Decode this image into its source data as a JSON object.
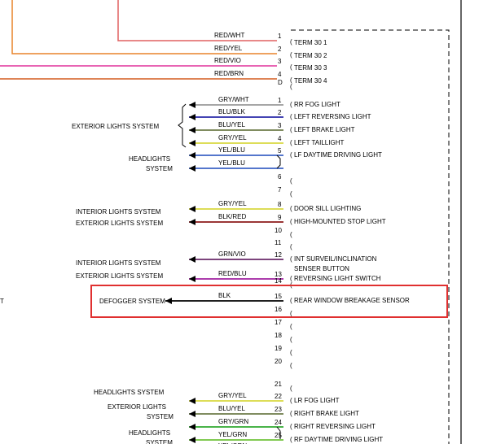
{
  "colors": {
    "RED/WHT": "#e06060",
    "RED/YEL": "#e8832a",
    "RED/VIO": "#e0309a",
    "RED/BRN": "#d35c1e",
    "GRY/WHT": "#9a9a9a",
    "BLU/BLK": "#2a2aa8",
    "BLU/YEL": "#6e7c4a",
    "GRY/YEL": "#d8d840",
    "YEL/BLU": "#3b62c4",
    "BLK/RED": "#8b1a1a",
    "GRN/VIO": "#6a2a6a",
    "RED/BLU": "#a020a0",
    "BLK": "#000000",
    "GRY/GRN": "#2fa82f",
    "YEL/GRN": "#6fc23a",
    "highlight": "#e03030"
  },
  "top_wires": [
    {
      "pin": "1",
      "color": "RED/WHT",
      "label": "TERM 30 1"
    },
    {
      "pin": "2",
      "color": "RED/YEL",
      "label": "TERM 30 2"
    },
    {
      "pin": "3",
      "color": "RED/VIO",
      "label": "TERM 30 3"
    },
    {
      "pin": "4",
      "color": "RED/BRN",
      "label": "TERM 30 4"
    }
  ],
  "pins": [
    {
      "pin": "D",
      "color": "",
      "label": ""
    },
    {
      "pin": "1",
      "color": "GRY/WHT",
      "label": "RR FOG LIGHT"
    },
    {
      "pin": "2",
      "color": "BLU/BLK",
      "label": "LEFT REVERSING LIGHT"
    },
    {
      "pin": "3",
      "color": "BLU/YEL",
      "label": "LEFT BRAKE LIGHT"
    },
    {
      "pin": "4",
      "color": "GRY/YEL",
      "label": "LEFT TAILLIGHT"
    },
    {
      "pin": "5",
      "color": "YEL/BLU",
      "label": "LF DAYTIME DRIVING LIGHT"
    },
    {
      "pin": "",
      "color": "YEL/BLU",
      "label": ""
    },
    {
      "pin": "6",
      "color": "",
      "label": ""
    },
    {
      "pin": "7",
      "color": "",
      "label": ""
    },
    {
      "pin": "8",
      "color": "GRY/YEL",
      "label": "DOOR SILL LIGHTING"
    },
    {
      "pin": "9",
      "color": "BLK/RED",
      "label": "HIGH-MOUNTED STOP LIGHT"
    },
    {
      "pin": "10",
      "color": "",
      "label": ""
    },
    {
      "pin": "11",
      "color": "",
      "label": ""
    },
    {
      "pin": "12",
      "color": "GRN/VIO",
      "label": "INT SURVEIL/INCLINATION"
    },
    {
      "pin": "",
      "color": "",
      "label": "SENSER BUTTON"
    },
    {
      "pin": "13",
      "color": "RED/BLU",
      "label": "REVERSING LIGHT SWITCH"
    },
    {
      "pin": "14",
      "color": "",
      "label": ""
    },
    {
      "pin": "15",
      "color": "BLK",
      "label": "REAR WINDOW BREAKAGE SENSOR"
    },
    {
      "pin": "16",
      "color": "",
      "label": ""
    },
    {
      "pin": "17",
      "color": "",
      "label": ""
    },
    {
      "pin": "18",
      "color": "",
      "label": ""
    },
    {
      "pin": "19",
      "color": "",
      "label": ""
    },
    {
      "pin": "20",
      "color": "",
      "label": ""
    },
    {
      "pin": "21",
      "color": "",
      "label": ""
    },
    {
      "pin": "22",
      "color": "GRY/YEL",
      "label": "LR FOG LIGHT"
    },
    {
      "pin": "23",
      "color": "BLU/YEL",
      "label": "RIGHT BRAKE LIGHT"
    },
    {
      "pin": "24",
      "color": "GRY/GRN",
      "label": "RIGHT REVERSING LIGHT"
    },
    {
      "pin": "25",
      "color": "YEL/GRN",
      "label": "RF DAYTIME DRIVING LIGHT"
    },
    {
      "pin": "",
      "color": "YEL/GRN",
      "label": ""
    }
  ],
  "systems": [
    {
      "label": "EXTERIOR LIGHTS SYSTEM"
    },
    {
      "label": "HEADLIGHTS"
    },
    {
      "label": "SYSTEM"
    },
    {
      "label": "INTERIOR LIGHTS SYSTEM"
    },
    {
      "label": "EXTERIOR LIGHTS SYSTEM"
    },
    {
      "label": "INTERIOR LIGHTS SYSTEM"
    },
    {
      "label": "EXTERIOR LIGHTS SYSTEM"
    },
    {
      "label": "DEFOGGER SYSTEM"
    },
    {
      "label": "HEADLIGHTS SYSTEM"
    },
    {
      "label": "EXTERIOR LIGHTS"
    },
    {
      "label": "SYSTEM"
    },
    {
      "label": "HEADLIGHTS"
    },
    {
      "label": "SYSTEM"
    }
  ],
  "stray_label": "T"
}
